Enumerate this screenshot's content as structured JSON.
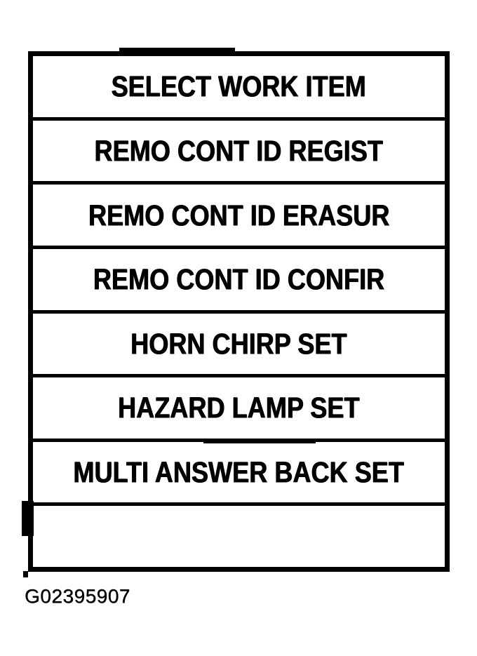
{
  "screen": {
    "title": "SELECT WORK ITEM",
    "items": [
      {
        "label": "REMO CONT ID REGIST"
      },
      {
        "label": "REMO CONT ID ERASUR"
      },
      {
        "label": "REMO CONT ID CONFIR"
      },
      {
        "label": "HORN CHIRP SET"
      },
      {
        "label": "HAZARD LAMP SET"
      },
      {
        "label": "MULTI ANSWER BACK SET"
      },
      {
        "label": ""
      }
    ]
  },
  "figure": {
    "caption": "G02395907"
  },
  "colors": {
    "ink": "#000000",
    "paper": "#ffffff"
  }
}
